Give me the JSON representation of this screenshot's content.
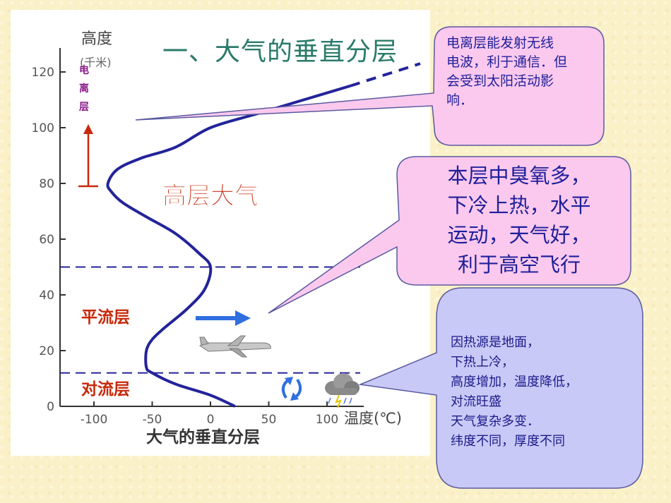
{
  "title": "一、大气的垂直分层",
  "axis": {
    "y_title": "高度",
    "y_unit": "(千米)",
    "x_title": "温度(℃)",
    "y_ticks": [
      "0",
      "20",
      "40",
      "60",
      "80",
      "100",
      "120"
    ],
    "x_ticks": [
      "-100",
      "-50",
      "0",
      "50",
      "100"
    ]
  },
  "caption": "大气的垂直分层",
  "layers": {
    "ionosphere": "电离层",
    "upper": "高层大气",
    "stratosphere": "平流层",
    "troposphere": "对流层"
  },
  "callouts": {
    "ionosphere": [
      "电离层能发射无线",
      "电波，利于通信．但",
      "会受到太阳活动影",
      "响．"
    ],
    "stratosphere": [
      "本层中臭氧多，",
      "下冷上热，水平",
      "运动，天气好，",
      "利于高空飞行"
    ],
    "troposphere": [
      "因热源是地面，",
      "下热上冷，",
      "高度增加，温度降低，",
      "对流旺盛",
      "天气复杂多变．",
      "纬度不同，厚度不同"
    ]
  },
  "chart_data": {
    "type": "line",
    "xlabel": "温度(℃)",
    "ylabel": "高度(千米)",
    "xlim": [
      -125,
      125
    ],
    "ylim": [
      0,
      125
    ],
    "series": [
      {
        "x": [
          21,
          0,
          -30,
          -50,
          -55,
          -55,
          -50,
          -40,
          -20,
          -5,
          0,
          -10,
          -30,
          -55,
          -75,
          -85,
          -88,
          -80,
          -60,
          -30,
          0,
          40,
          80,
          120,
          160,
          180
        ],
        "y": [
          0,
          4,
          8,
          12,
          14,
          20,
          24,
          28,
          35,
          42,
          50,
          55,
          62,
          68,
          73,
          77,
          80,
          85,
          89,
          93,
          100,
          105,
          110,
          115,
          120,
          123
        ]
      }
    ],
    "boundaries": [
      12,
      50
    ],
    "colors": {
      "curve": "#23239a",
      "label_red": "#c8280a",
      "ionosphere_purple": "#8a1a8a",
      "arrow_blue": "#2f6fe0",
      "callout_pink": "#fbc9ee",
      "callout_lavender": "#c9c9f7"
    },
    "icons": [
      "airplane-icon",
      "storm-cloud-icon",
      "convection-arrows-icon"
    ]
  }
}
